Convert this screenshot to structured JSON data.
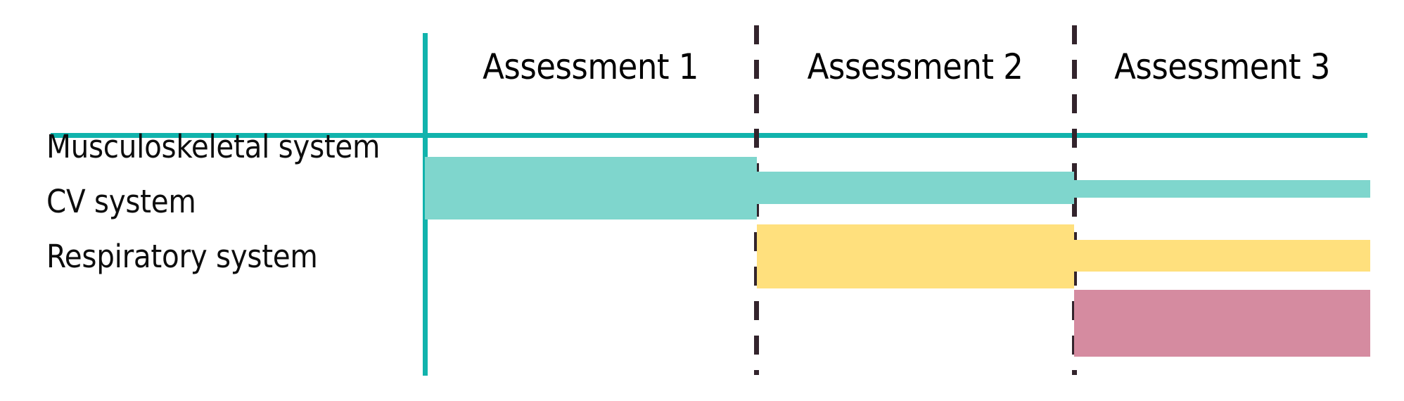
{
  "chart_data": {
    "type": "bar",
    "title": "",
    "subtitle": "",
    "xlabel": "",
    "ylabel": "",
    "grid": false,
    "legend": "none",
    "orientation": "horizontal",
    "columns": [
      {
        "label": "Assessment 1",
        "x_start": 604,
        "x_end": 1075
      },
      {
        "label": "Assessment 2",
        "x_start": 1075,
        "x_end": 1527
      },
      {
        "label": "Assessment 3",
        "x_start": 1527,
        "x_end": 1948
      }
    ],
    "categories": [
      "Musculoskeletal system",
      "CV system",
      "Respiratory system"
    ],
    "series": [
      {
        "name": "Musculoskeletal system",
        "color": "#7fd6cd",
        "segments": [
          {
            "assessment": "Assessment 1",
            "thickness": "thick"
          },
          {
            "assessment": "Assessment 2",
            "thickness": "thin"
          },
          {
            "assessment": "Assessment 3",
            "thickness": "thin"
          }
        ]
      },
      {
        "name": "CV system",
        "color": "#ffe07d",
        "segments": [
          {
            "assessment": "Assessment 2",
            "thickness": "thick"
          },
          {
            "assessment": "Assessment 3",
            "thickness": "thin"
          }
        ]
      },
      {
        "name": "Respiratory system",
        "color": "#d58ba0",
        "segments": [
          {
            "assessment": "Assessment 3",
            "thickness": "thick"
          }
        ]
      }
    ]
  },
  "colors": {
    "accent_teal": "#11b3ac",
    "bar_teal": "#7fd6cd",
    "bar_yellow": "#ffe07d",
    "bar_pink": "#d58ba0",
    "dash_dark": "#33242c",
    "text": "#000000",
    "background": "#ffffff"
  },
  "headers": {
    "assessment_1": "Assessment 1",
    "assessment_2": "Assessment 2",
    "assessment_3": "Assessment 3"
  },
  "rows": {
    "musculoskeletal": "Musculoskeletal system",
    "cv": "CV system",
    "respiratory": "Respiratory system"
  }
}
